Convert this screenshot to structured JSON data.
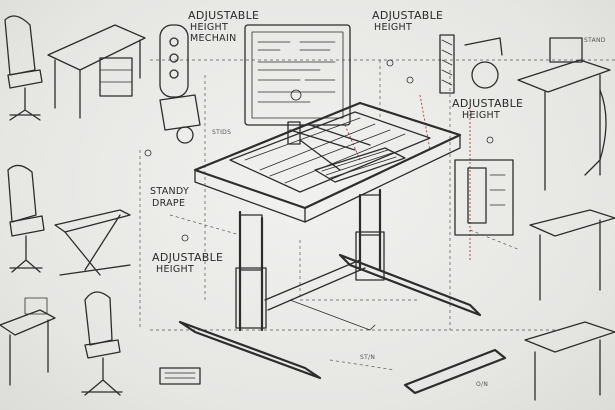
{
  "labels": {
    "mech_top_1": "ADJUSTABLE",
    "mech_top_2": "HEIGHT",
    "mech_top_3": "MECHAIN",
    "top_center_1": "ADJUSTABLE",
    "top_center_2": "HEIGHT",
    "right_1": "ADJUSTABLE",
    "right_2": "HEIGHT",
    "left_1": "STANDY",
    "left_2": "DRAPE",
    "mid_left_1": "ADJUSTABLE",
    "mid_left_2": "HEIGHT",
    "small_a": "STIDS",
    "small_b": "ST/N",
    "small_c": "O/N",
    "small_d": "STAND"
  }
}
